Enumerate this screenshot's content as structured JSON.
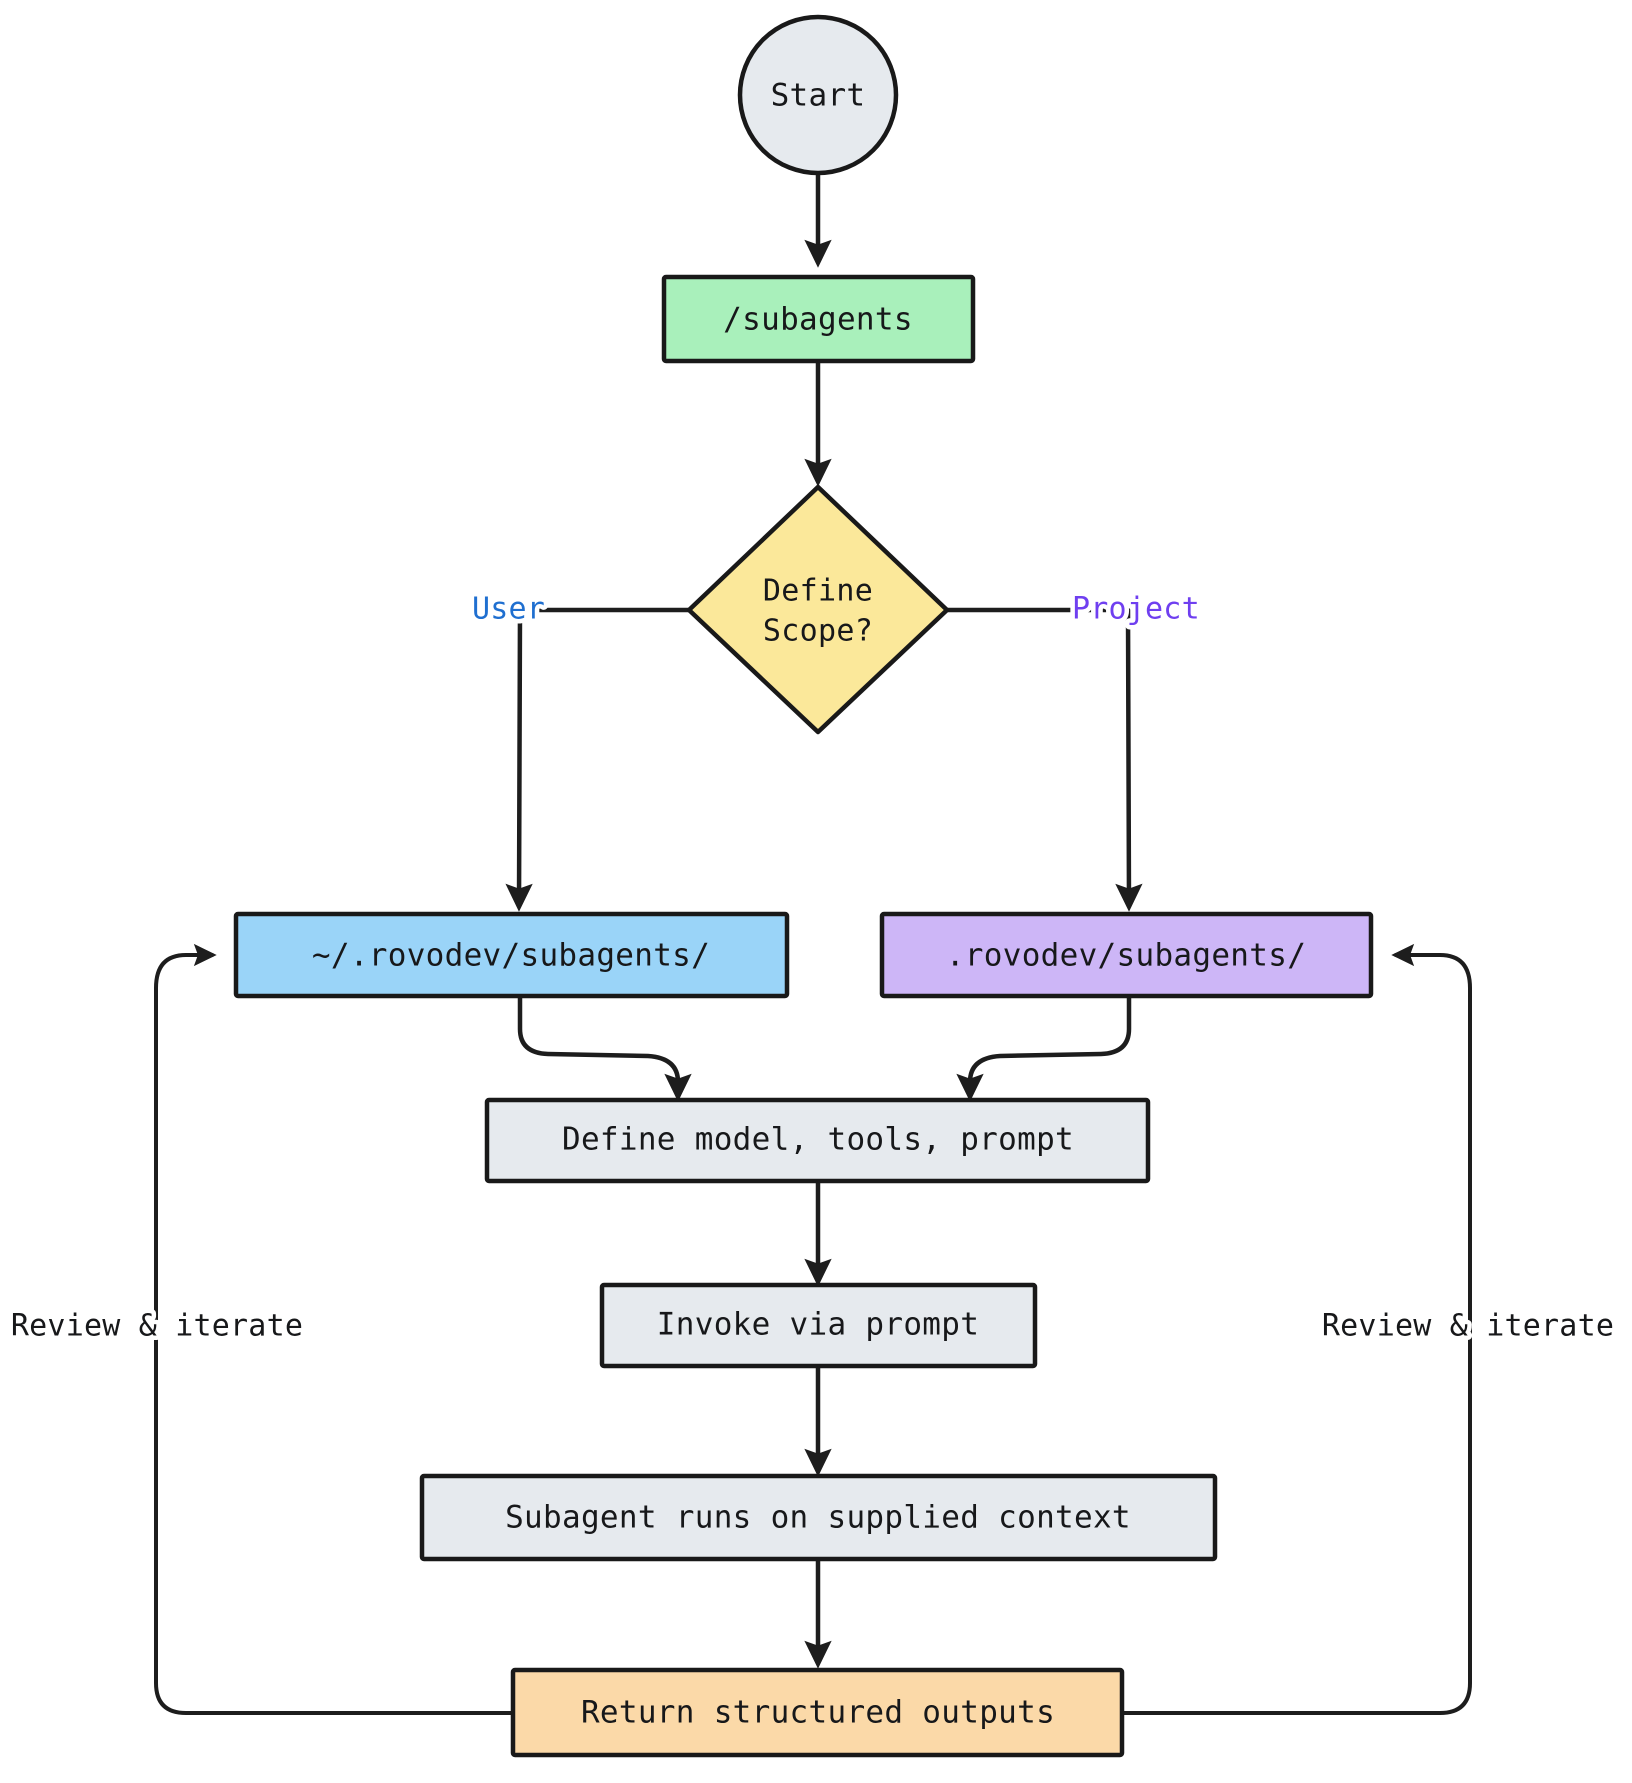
{
  "diagram": {
    "type": "flowchart",
    "title": "Rovo Dev subagents workflow",
    "orientation": "top-to-bottom",
    "background_color": "#ffffff",
    "style": "hand-drawn-sketch",
    "nodes": [
      {
        "id": "start",
        "label": "Start",
        "shape": "circle",
        "fill": "#e6eaee",
        "stroke": "#191919"
      },
      {
        "id": "command",
        "label": "/subagents",
        "shape": "rectangle",
        "fill": "#a9f0bb",
        "stroke": "#191919"
      },
      {
        "id": "scope",
        "label_line1": "Define",
        "label_line2": "Scope?",
        "shape": "diamond",
        "fill": "#fbe89a",
        "stroke": "#191919"
      },
      {
        "id": "user-path",
        "label": "~/.rovodev/subagents/",
        "shape": "rectangle",
        "fill": "#9ad4f8",
        "stroke": "#191919"
      },
      {
        "id": "project-path",
        "label": ".rovodev/subagents/",
        "shape": "rectangle",
        "fill": "#cdb6f7",
        "stroke": "#191919"
      },
      {
        "id": "define",
        "label": "Define model, tools, prompt",
        "shape": "rectangle",
        "fill": "#e6eaee",
        "stroke": "#191919"
      },
      {
        "id": "invoke",
        "label": "Invoke via prompt",
        "shape": "rectangle",
        "fill": "#e6eaee",
        "stroke": "#191919"
      },
      {
        "id": "run",
        "label": "Subagent runs on supplied context",
        "shape": "rectangle",
        "fill": "#e6eaee",
        "stroke": "#191919"
      },
      {
        "id": "output",
        "label": "Return structured outputs",
        "shape": "rectangle",
        "fill": "#fbd9a8",
        "stroke": "#191919"
      }
    ],
    "edges": [
      {
        "from": "start",
        "to": "command",
        "label": ""
      },
      {
        "from": "command",
        "to": "scope",
        "label": ""
      },
      {
        "from": "scope",
        "to": "user-path",
        "label": "User",
        "label_color": "#1f6fd0"
      },
      {
        "from": "scope",
        "to": "project-path",
        "label": "Project",
        "label_color": "#6f3ff0"
      },
      {
        "from": "user-path",
        "to": "define",
        "label": ""
      },
      {
        "from": "project-path",
        "to": "define",
        "label": ""
      },
      {
        "from": "define",
        "to": "invoke",
        "label": ""
      },
      {
        "from": "invoke",
        "to": "run",
        "label": ""
      },
      {
        "from": "run",
        "to": "output",
        "label": ""
      },
      {
        "from": "output",
        "to": "user-path",
        "label": "Review & iterate"
      },
      {
        "from": "output",
        "to": "project-path",
        "label": "Review & iterate"
      }
    ]
  }
}
